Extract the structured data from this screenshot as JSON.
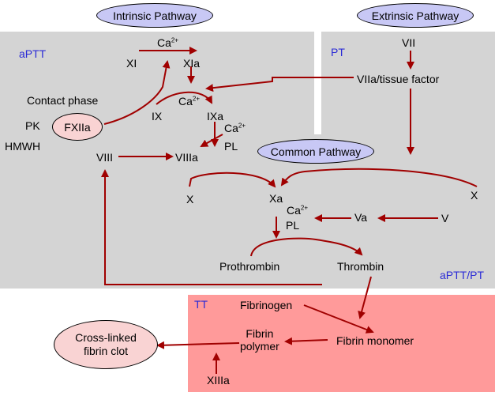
{
  "pathways": {
    "intrinsic": "Intrinsic Pathway",
    "extrinsic": "Extrinsic Pathway",
    "common": "Common Pathway"
  },
  "tests": {
    "aptt": "aPTT",
    "pt": "PT",
    "aptt_pt": "aPTT/PT",
    "tt": "TT"
  },
  "factors": {
    "ca": "Ca",
    "ca_sup": "2+",
    "xi": "XI",
    "xia": "XIa",
    "contact_phase": "Contact phase",
    "pk": "PK",
    "hmwh": "HMWH",
    "fxiia": "FXIIa",
    "ix": "IX",
    "ixa": "IXa",
    "pl": "PL",
    "viii": "VIII",
    "viiia": "VIIIa",
    "vii": "VII",
    "viia_tf": "VIIa/tissue factor",
    "x": "X",
    "xa": "Xa",
    "va": "Va",
    "v": "V",
    "prothrombin": "Prothrombin",
    "thrombin": "Thrombin",
    "fibrinogen": "Fibrinogen",
    "fibrin_monomer": "Fibrin monomer",
    "fibrin_polymer_1": "Fibrin",
    "fibrin_polymer_2": "polymer",
    "xiiia": "XIIIa",
    "clot_1": "Cross-linked",
    "clot_2": "fibrin clot"
  },
  "colors": {
    "arrow": "#a00000",
    "panel_gray": "#d4d4d4",
    "panel_pink": "#ff9a9a",
    "oval_lavender": "#c8c8f5",
    "test_label_blue": "#2b2bd6"
  }
}
